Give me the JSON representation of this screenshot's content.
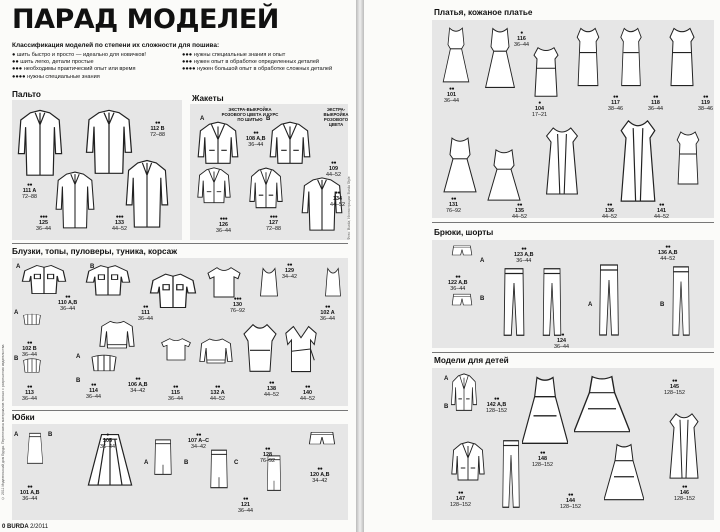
{
  "title": "ПАРАД МОДЕЛЕЙ",
  "legend": {
    "heading": "Классификация моделей по степени их сложности для пошива:",
    "left": [
      "● шить быстро и просто — идеально для новичков!",
      "●● шить легко, детали простые",
      "●●● необходимы практический опыт или время",
      "●●●● нужны специальные знания"
    ],
    "right": [
      "●●● нужны специальные знания и опыт",
      "●●● нужен опыт в обработке определенных деталей",
      "●●●● нужен большой опыт в обработке сложных деталей"
    ]
  },
  "sections": {
    "coats": "Пальто",
    "jackets": "Жакеты",
    "blouses": "Блузки, топы, пуловеры, туника, корсаж",
    "skirts": "Юбки",
    "dresses": "Платья, кожаное платье",
    "trousers": "Брюки, шорты",
    "kids": "Модели для детей"
  },
  "notes": {
    "pink_a": "ЭКСТРА-ВЫКРОЙКА РОЗОВОГО ЦВЕТА И КУРС ПО ШИТЬЮ",
    "pink_b": "ЭКСТРА-ВЫКРОЙКА РОЗОВОГО ЦВЕТА",
    "side_right": "Фото: Burda; Иллюстрации: Burda Style",
    "side_left": "© 2011 Издательский дом Бурда. Перепечатка материалов только с разрешения издательства"
  },
  "footer": {
    "page": "0",
    "mag": "BURDA",
    "issue": "2/2011"
  },
  "items": {
    "c1": {
      "dots": "●●",
      "num": "111 A",
      "size": "72–88"
    },
    "c2": {
      "dots": "●●",
      "num": "112 B",
      "size": "72–88"
    },
    "c3": {
      "dots": "●●●",
      "num": "125",
      "size": "36–44"
    },
    "c4": {
      "dots": "●●●",
      "num": "133",
      "size": "44–52"
    },
    "j1": {
      "dots": "●●",
      "num": "108 A,B",
      "size": "36–44"
    },
    "j2": {
      "dots": "●●",
      "num": "109",
      "size": "44–52"
    },
    "j3": {
      "dots": "●●●",
      "num": "126",
      "size": "36–44"
    },
    "j4": {
      "dots": "●●●",
      "num": "127",
      "size": "72–88"
    },
    "j5": {
      "dots": "●●",
      "num": "134",
      "size": "44–52"
    },
    "b1": {
      "dots": "●●",
      "num": "110 A,B",
      "size": "36–44"
    },
    "b2": {
      "dots": "●●",
      "num": "111",
      "size": "36–44"
    },
    "b3": {
      "dots": "●●●",
      "num": "130",
      "size": "76–92"
    },
    "b4": {
      "dots": "●●",
      "num": "129",
      "size": "34–42"
    },
    "b5": {
      "dots": "●●",
      "num": "102 A",
      "size": "36–44"
    },
    "b6": {
      "dots": "●●",
      "num": "102 B",
      "size": "36–44"
    },
    "b7": {
      "dots": "●●",
      "num": "113",
      "size": "36–44"
    },
    "b8": {
      "dots": "●●",
      "num": "106 A,B",
      "size": "34–42"
    },
    "b9": {
      "dots": "●●",
      "num": "114",
      "size": "36–44"
    },
    "b10": {
      "dots": "●●",
      "num": "115",
      "size": "36–44"
    },
    "b11": {
      "dots": "●●",
      "num": "132 A",
      "size": "44–52"
    },
    "b12": {
      "dots": "●●",
      "num": "138",
      "size": "44–52"
    },
    "b13": {
      "dots": "●●",
      "num": "140",
      "size": "44–52"
    },
    "s1": {
      "dots": "●",
      "num": "105",
      "size": "36–44"
    },
    "s2": {
      "dots": "●●",
      "num": "107 A–C",
      "size": "34–42"
    },
    "s3": {
      "dots": "●●",
      "num": "101 A,B",
      "size": "36–44"
    },
    "s4": {
      "dots": "●●",
      "num": "128",
      "size": "76–92"
    },
    "s5": {
      "dots": "●●",
      "num": "120 A,B",
      "size": "34–42"
    },
    "s6": {
      "dots": "●●",
      "num": "121",
      "size": "36–44"
    },
    "d1": {
      "dots": "●",
      "num": "116",
      "size": "36–44"
    },
    "d2": {
      "dots": "●●",
      "num": "101",
      "size": "36–44"
    },
    "d3": {
      "dots": "●",
      "num": "104",
      "size": "17–21"
    },
    "d4": {
      "dots": "●●",
      "num": "117",
      "size": "38–46"
    },
    "d5": {
      "dots": "●●",
      "num": "118",
      "size": "36–44"
    },
    "d6": {
      "dots": "●●",
      "num": "119",
      "size": "38–46"
    },
    "d7": {
      "dots": "●●",
      "num": "131",
      "size": "76–92"
    },
    "d8": {
      "dots": "●●",
      "num": "135",
      "size": "44–52"
    },
    "d9": {
      "dots": "●●",
      "num": "136",
      "size": "44–52"
    },
    "d10": {
      "dots": "●●",
      "num": "141",
      "size": "44–52"
    },
    "t1": {
      "dots": "●●",
      "num": "123 A,B",
      "size": "36–44"
    },
    "t2": {
      "dots": "●●",
      "num": "136 A,B",
      "size": "44–52"
    },
    "t3": {
      "dots": "●●",
      "num": "122 A,B",
      "size": "36–44"
    },
    "t4": {
      "dots": "●●",
      "num": "124",
      "size": "36–44"
    },
    "k1": {
      "dots": "●●",
      "num": "142 A,B",
      "size": "128–152"
    },
    "k2": {
      "dots": "●●",
      "num": "145",
      "size": "128–152"
    },
    "k3": {
      "dots": "●●",
      "num": "147",
      "size": "128–152"
    },
    "k4": {
      "dots": "●●",
      "num": "148",
      "size": "128–152"
    },
    "k5": {
      "dots": "●●",
      "num": "144",
      "size": "128–152"
    },
    "k6": {
      "dots": "●●",
      "num": "146",
      "size": "128–152"
    }
  },
  "letters": {
    "a": "A",
    "b": "B",
    "c": "C"
  }
}
